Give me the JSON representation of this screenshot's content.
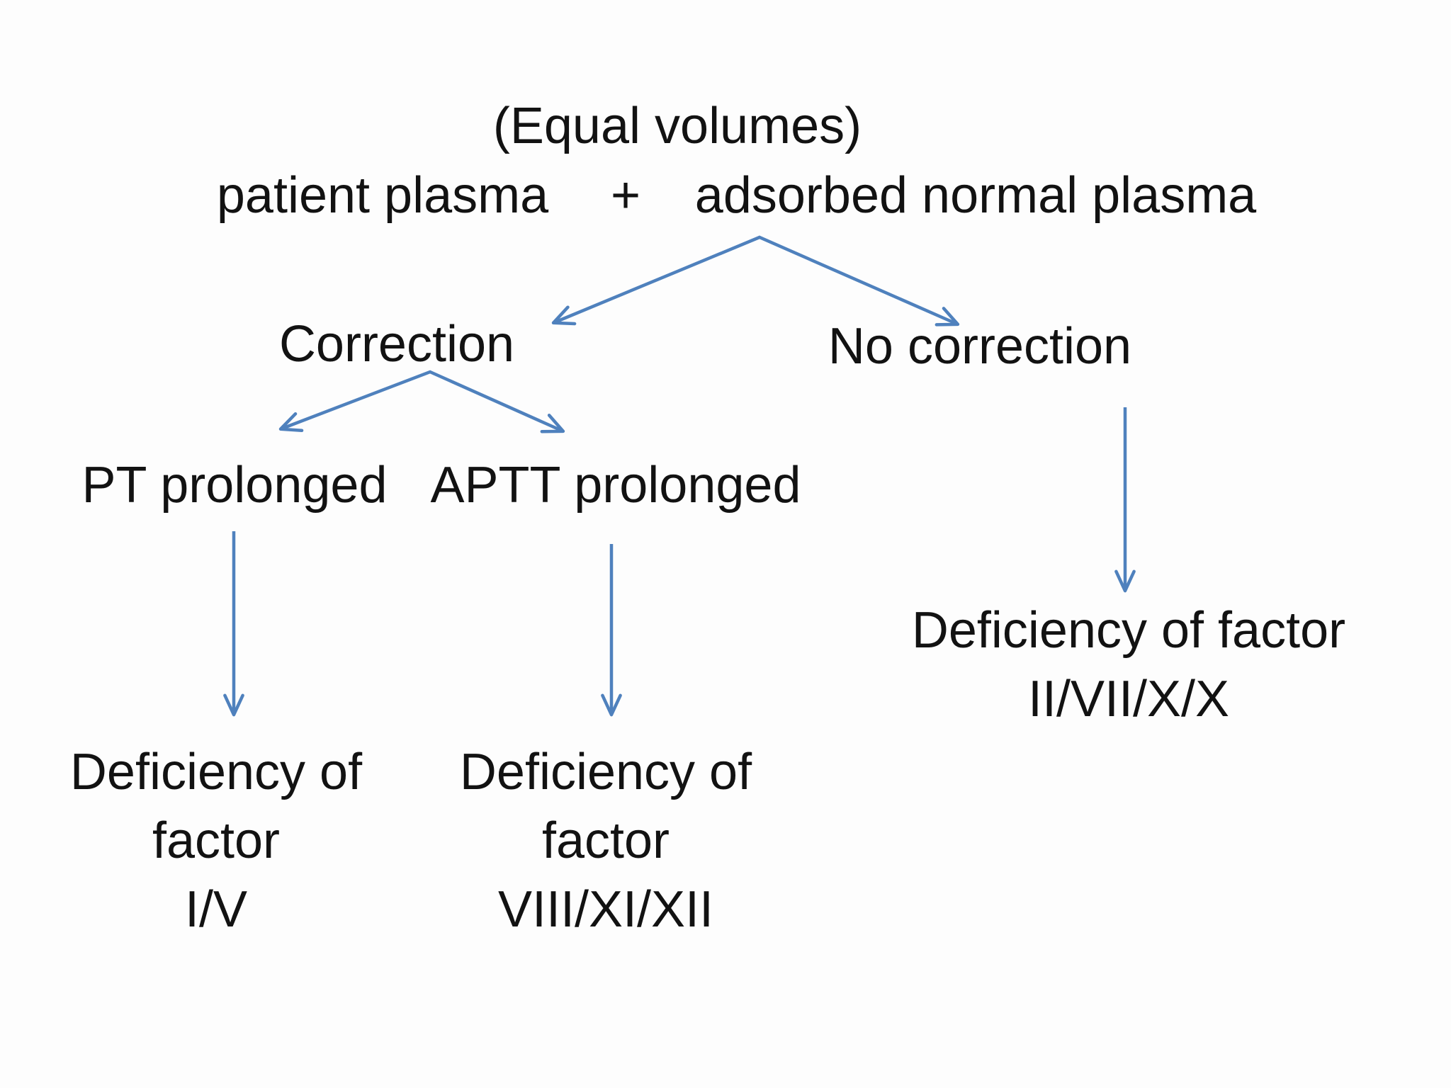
{
  "colors": {
    "background": "#fdfdfd",
    "text": "#121212",
    "arrow": "#4f81bd"
  },
  "flowchart": {
    "header": {
      "equal_volumes": "(Equal volumes)",
      "patient_plasma": "patient plasma",
      "plus": "+",
      "adsorbed_plasma": "adsorbed normal plasma"
    },
    "level1": {
      "correction": "Correction",
      "no_correction": "No correction"
    },
    "level2": {
      "pt": "PT prolonged",
      "aptt": "APTT prolonged"
    },
    "outcomes": {
      "pt": {
        "line1": "Deficiency of",
        "line2": "factor",
        "line3": "I/V"
      },
      "aptt": {
        "line1": "Deficiency of",
        "line2": "factor",
        "line3": "VIII/XI/XII"
      },
      "no_correction": {
        "line1": "Deficiency of factor",
        "line2": "II/VII/X/X"
      }
    }
  }
}
